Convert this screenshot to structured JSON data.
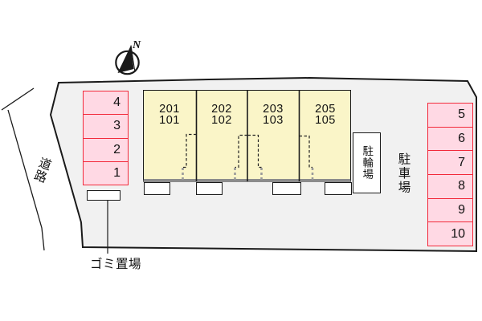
{
  "plan": {
    "compass": {
      "north_label": "N"
    },
    "road": {
      "label": "道路"
    },
    "parking_left": {
      "spaces": [
        "4",
        "3",
        "2",
        "1"
      ]
    },
    "parking_right": {
      "spaces": [
        "5",
        "6",
        "7",
        "8",
        "9",
        "10"
      ]
    },
    "parking_area": {
      "label": "駐車場"
    },
    "bicycle_parking": {
      "label": "駐輪場"
    },
    "garbage": {
      "label": "ゴミ置場"
    },
    "building": {
      "units": [
        {
          "upper": "201",
          "lower": "101"
        },
        {
          "upper": "202",
          "lower": "102"
        },
        {
          "upper": "203",
          "lower": "103"
        },
        {
          "upper": "205",
          "lower": "105"
        }
      ]
    },
    "colors": {
      "site_fill": "#F1F1F1",
      "building_fill": "#FAF5C8",
      "parking_fill": "#FFD9E4",
      "parking_border": "#F2293A",
      "outline": "#1A1A1A"
    }
  }
}
